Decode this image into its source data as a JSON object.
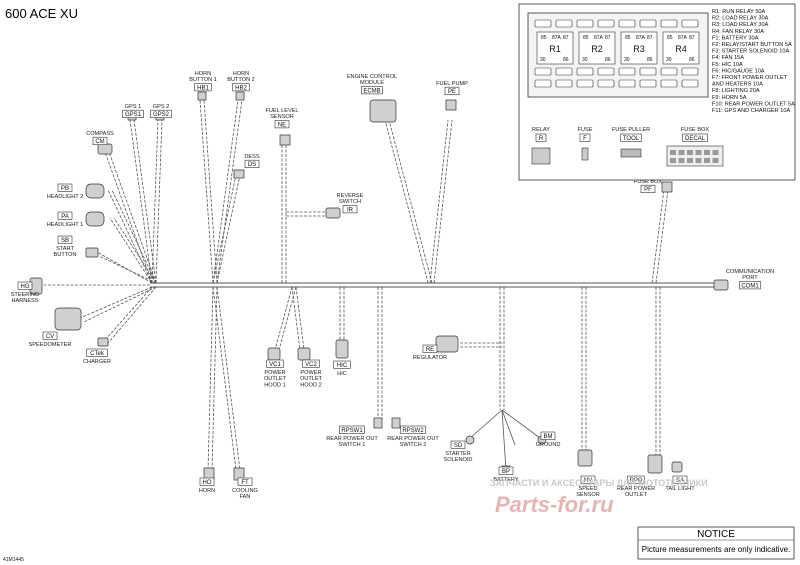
{
  "title": "600 ACE XU",
  "doc_id": "41M1445",
  "components": {
    "hg": {
      "label": [
        "STEERING",
        "HARNESS"
      ],
      "code": "HG"
    },
    "cv": {
      "label": [
        "SPEEDOMETER"
      ],
      "code": "CV"
    },
    "ctek": {
      "label": [
        "CHARGER"
      ],
      "code": "CTek"
    },
    "cm": {
      "label": [
        "COMPASS"
      ],
      "code": "CM"
    },
    "pb": {
      "label": [
        "HEADLIGHT 2"
      ],
      "code": "PB"
    },
    "pa": {
      "label": [
        "HEADLIGHT 1"
      ],
      "code": "PA"
    },
    "sb": {
      "label": [
        "START",
        "BUTTON"
      ],
      "code": "SB"
    },
    "gps1": {
      "label": [
        "GPS 1"
      ],
      "code": "GPS1"
    },
    "gps2": {
      "label": [
        "GPS 2"
      ],
      "code": "GPS2"
    },
    "hb1": {
      "label": [
        "HORN",
        "BUTTON 1"
      ],
      "code": "HB1"
    },
    "hb2": {
      "label": [
        "HORN",
        "BUTTON 2"
      ],
      "code": "HB2"
    },
    "ds": {
      "label": [
        "DESS"
      ],
      "code": "DS"
    },
    "ne": {
      "label": [
        "FUEL LEVEL",
        "SENSOR"
      ],
      "code": "NE"
    },
    "ir": {
      "label": [
        "REVERSE",
        "SWITCH"
      ],
      "code": "IR"
    },
    "ecm": {
      "label": [
        "ENGINE CONTROL",
        "MODULE"
      ],
      "code": "ECMB"
    },
    "pe": {
      "label": [
        "FUEL PUMP"
      ],
      "code": "PE"
    },
    "pf": {
      "label": [
        "FUSE BOX"
      ],
      "code": "PF"
    },
    "com": {
      "label": [
        "COMMUNICATION",
        "PORT"
      ],
      "code": "COM1"
    },
    "vc1": {
      "label": [
        "POWER",
        "OUTLET",
        "HOOD 1"
      ],
      "code": "VC1"
    },
    "vc2": {
      "label": [
        "POWER",
        "OUTLET",
        "HOOD 2"
      ],
      "code": "VC2"
    },
    "hic": {
      "label": [
        "HIC"
      ],
      "code": "HIC"
    },
    "re": {
      "label": [
        "REGULATOR"
      ],
      "code": "RE"
    },
    "rpsw1": {
      "label": [
        "REAR POWER OUT",
        "SWITCH 1"
      ],
      "code": "RPSW1"
    },
    "rpsw2": {
      "label": [
        "REAR POWER OUT",
        "SWITCH 2"
      ],
      "code": "RPSW2"
    },
    "sd": {
      "label": [
        "STARTER",
        "SOLENOID"
      ],
      "code": "SD"
    },
    "bm": {
      "label": [
        "GROUND"
      ],
      "code": "BM"
    },
    "bp": {
      "label": [
        "BATTERY"
      ],
      "code": "BP"
    },
    "nv": {
      "label": [
        "SPEED",
        "SENSOR"
      ],
      "code": "NV"
    },
    "rpo": {
      "label": [
        "REAR POWER",
        "OUTLET"
      ],
      "code": "RPO"
    },
    "sa": {
      "label": [
        "TAIL LIGHT"
      ],
      "code": "SA"
    },
    "ho": {
      "label": [
        "HORN"
      ],
      "code": "HO"
    },
    "ft": {
      "label": [
        "COOLING",
        "FAN"
      ],
      "code": "FT"
    }
  },
  "legend": {
    "relay_labels": [
      "R1",
      "R2",
      "R3",
      "R4"
    ],
    "relay_pins": [
      "85",
      "87A",
      "87",
      "30",
      "86"
    ],
    "items": [
      "R1: RUN RELAY 50A",
      "R2: LOAD RELAY 30A",
      "R3: LOAD RELAY 30A",
      "R4: FAN RELAY 30A",
      "F1: BATTERY 30A",
      "F2: RELAY/START BUTTON 5A",
      "F3: STARTER SOLENOID 10A",
      "F4: FAN 15A",
      "F5: HIC 10A",
      "F6: HIC/GAUGE 10A",
      "F7: FRONT POWER OUTLET",
      "AND HEATERS 10A",
      "F8: LIGHTING 20A",
      "F9: HORN 5A",
      "F10: REAR POWER OUTLET 5A",
      "F11: GPS AND CHARGER 10A"
    ],
    "parts": [
      {
        "title": "RELAY",
        "code": "R"
      },
      {
        "title": "FUSE",
        "code": "F"
      },
      {
        "title": "FUSE PULLER",
        "code": "TOOL"
      },
      {
        "title": "FUSE BOX",
        "code": "DECAL"
      }
    ]
  },
  "watermark": {
    "line1": "ЗАПЧАСТИ И АКСЕССУАРЫ ДЛЯ МОТОТЕХНИКИ",
    "line2": "Parts-for.ru"
  },
  "notice": {
    "heading": "NOTICE",
    "text": "Picture measurements are only indicative."
  }
}
